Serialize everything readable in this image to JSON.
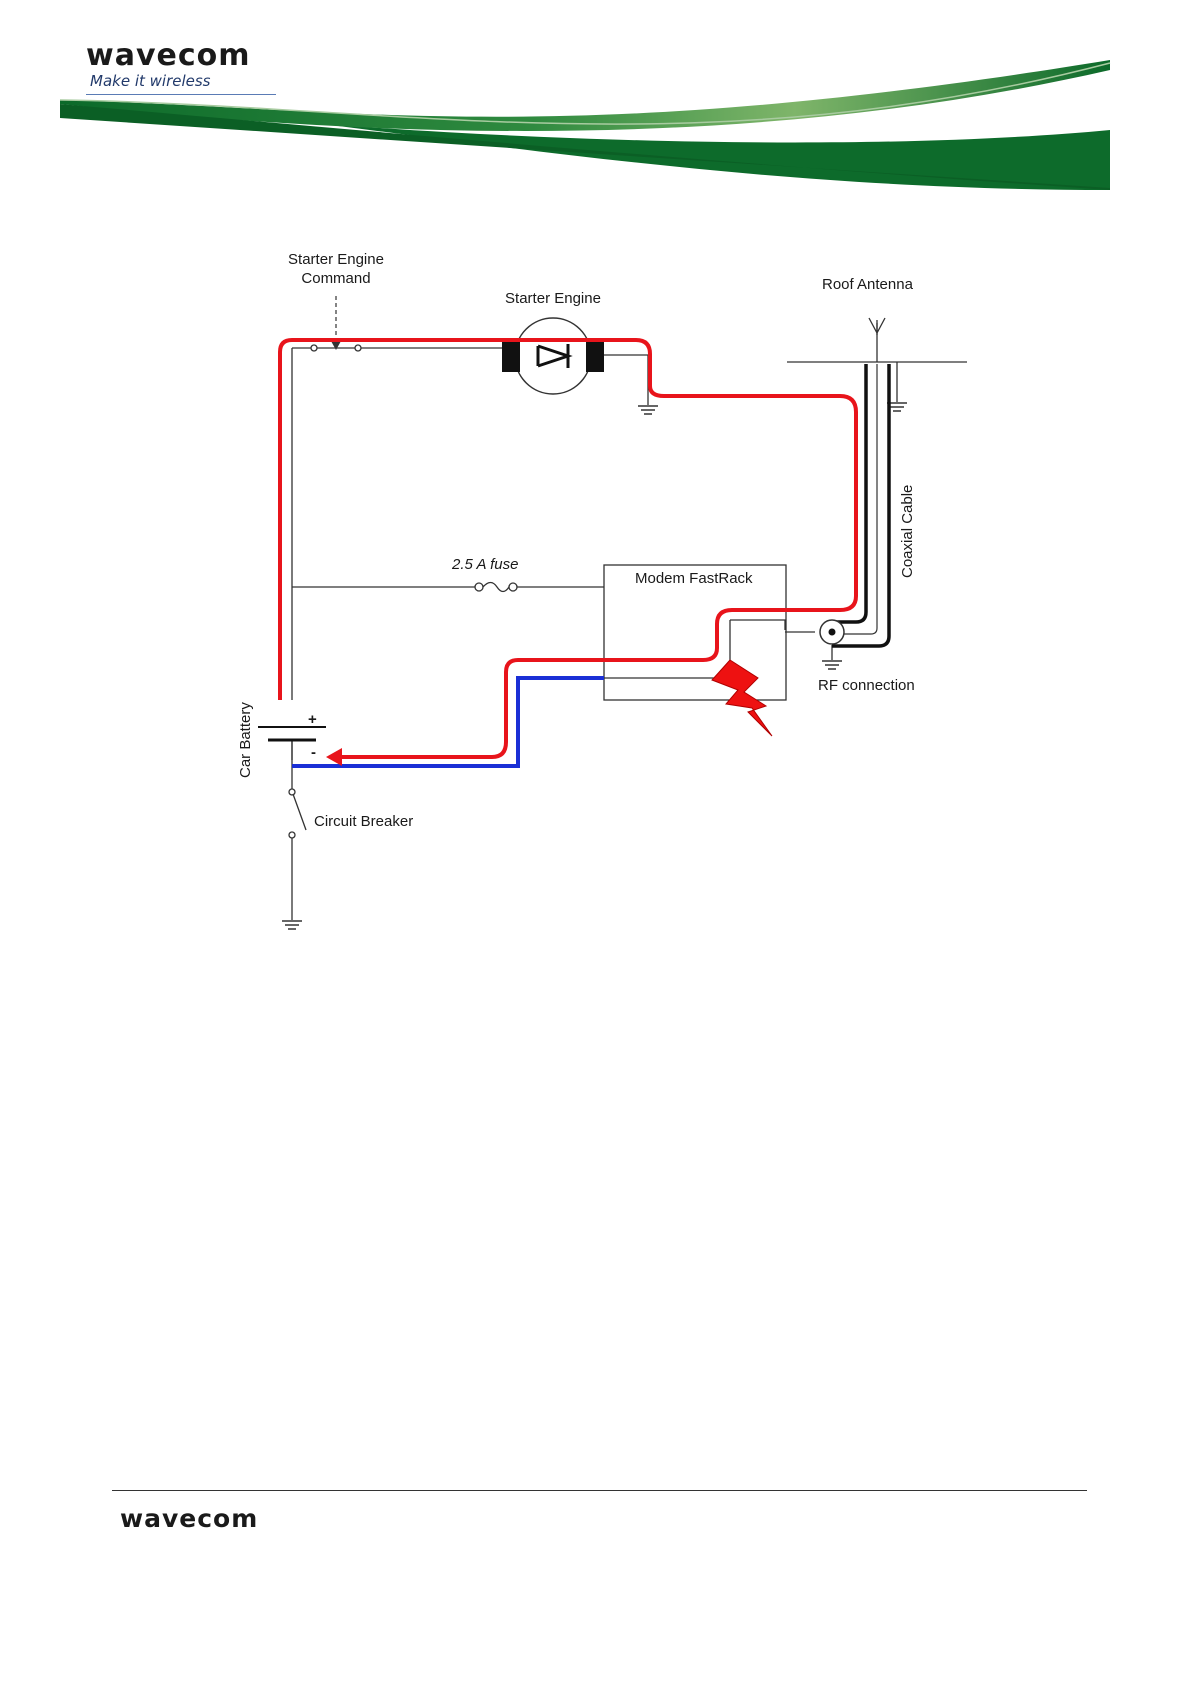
{
  "header": {
    "brand": "wavecom",
    "tagline": "Make it wireless"
  },
  "diagram": {
    "labels": {
      "starter_engine_command_line1": "Starter Engine",
      "starter_engine_command_line2": "Command",
      "starter_engine": "Starter Engine",
      "roof_antenna": "Roof Antenna",
      "coaxial_cable": "Coaxial Cable",
      "fuse": "2.5 A fuse",
      "modem": "Modem FastRack",
      "rf_connection": "RF connection",
      "car_battery": "Car Battery",
      "plus": "+",
      "minus": "-",
      "circuit_breaker": "Circuit Breaker"
    },
    "colors": {
      "current_path": "#e8141b",
      "return_path": "#1a2fd6",
      "wire": "#333333",
      "lightning": "#ee1111"
    }
  },
  "footer": {
    "brand": "wavecom"
  }
}
